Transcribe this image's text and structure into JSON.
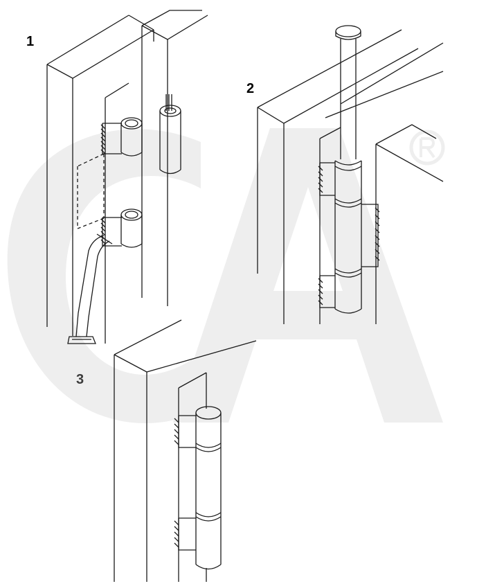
{
  "steps": [
    {
      "label": "1"
    },
    {
      "label": "2"
    },
    {
      "label": "3"
    }
  ],
  "watermark": {
    "mark": "registered-trademark-icon",
    "color": "#eeeeee"
  },
  "colors": {
    "line": "#1a1a1a",
    "watermark": "#eeeeee"
  }
}
